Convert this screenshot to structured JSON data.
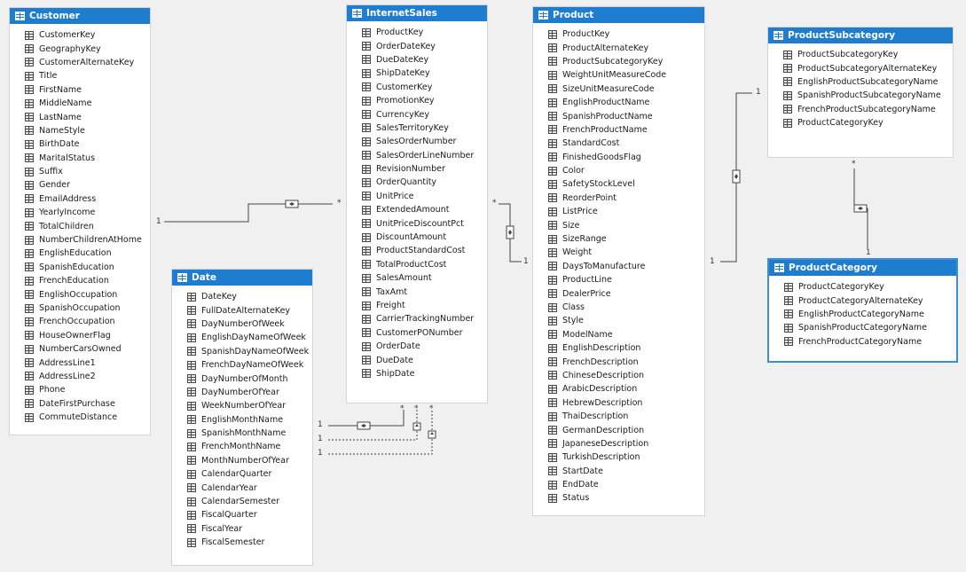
{
  "tables": {
    "customer": {
      "name": "Customer",
      "columns": [
        "CustomerKey",
        "GeographyKey",
        "CustomerAlternateKey",
        "Title",
        "FirstName",
        "MiddleName",
        "LastName",
        "NameStyle",
        "BirthDate",
        "MaritalStatus",
        "Suffix",
        "Gender",
        "EmailAddress",
        "YearlyIncome",
        "TotalChildren",
        "NumberChildrenAtHome",
        "EnglishEducation",
        "SpanishEducation",
        "FrenchEducation",
        "EnglishOccupation",
        "SpanishOccupation",
        "FrenchOccupation",
        "HouseOwnerFlag",
        "NumberCarsOwned",
        "AddressLine1",
        "AddressLine2",
        "Phone",
        "DateFirstPurchase",
        "CommuteDistance"
      ]
    },
    "internetsales": {
      "name": "InternetSales",
      "columns": [
        "ProductKey",
        "OrderDateKey",
        "DueDateKey",
        "ShipDateKey",
        "CustomerKey",
        "PromotionKey",
        "CurrencyKey",
        "SalesTerritoryKey",
        "SalesOrderNumber",
        "SalesOrderLineNumber",
        "RevisionNumber",
        "OrderQuantity",
        "UnitPrice",
        "ExtendedAmount",
        "UnitPriceDiscountPct",
        "DiscountAmount",
        "ProductStandardCost",
        "TotalProductCost",
        "SalesAmount",
        "TaxAmt",
        "Freight",
        "CarrierTrackingNumber",
        "CustomerPONumber",
        "OrderDate",
        "DueDate",
        "ShipDate"
      ]
    },
    "product": {
      "name": "Product",
      "columns": [
        "ProductKey",
        "ProductAlternateKey",
        "ProductSubcategoryKey",
        "WeightUnitMeasureCode",
        "SizeUnitMeasureCode",
        "EnglishProductName",
        "SpanishProductName",
        "FrenchProductName",
        "StandardCost",
        "FinishedGoodsFlag",
        "Color",
        "SafetyStockLevel",
        "ReorderPoint",
        "ListPrice",
        "Size",
        "SizeRange",
        "Weight",
        "DaysToManufacture",
        "ProductLine",
        "DealerPrice",
        "Class",
        "Style",
        "ModelName",
        "EnglishDescription",
        "FrenchDescription",
        "ChineseDescription",
        "ArabicDescription",
        "HebrewDescription",
        "ThaiDescription",
        "GermanDescription",
        "JapaneseDescription",
        "TurkishDescription",
        "StartDate",
        "EndDate",
        "Status"
      ]
    },
    "productsubcategory": {
      "name": "ProductSubcategory",
      "columns": [
        "ProductSubcategoryKey",
        "ProductSubcategoryAlternateKey",
        "EnglishProductSubcategoryName",
        "SpanishProductSubcategoryName",
        "FrenchProductSubcategoryName",
        "ProductCategoryKey"
      ]
    },
    "productcategory": {
      "name": "ProductCategory",
      "columns": [
        "ProductCategoryKey",
        "ProductCategoryAlternateKey",
        "EnglishProductCategoryName",
        "SpanishProductCategoryName",
        "FrenchProductCategoryName"
      ]
    },
    "date": {
      "name": "Date",
      "columns": [
        "DateKey",
        "FullDateAlternateKey",
        "DayNumberOfWeek",
        "EnglishDayNameOfWeek",
        "SpanishDayNameOfWeek",
        "FrenchDayNameOfWeek",
        "DayNumberOfMonth",
        "DayNumberOfYear",
        "WeekNumberOfYear",
        "EnglishMonthName",
        "SpanishMonthName",
        "FrenchMonthName",
        "MonthNumberOfYear",
        "CalendarQuarter",
        "CalendarYear",
        "CalendarSemester",
        "FiscalQuarter",
        "FiscalYear",
        "FiscalSemester"
      ]
    }
  },
  "relationships": {
    "customer_internetsales": {
      "one": "1",
      "many": "*"
    },
    "internetsales_product": {
      "one": "1",
      "many": "*"
    },
    "product_subcategory": {
      "one": "1",
      "many": "1"
    },
    "subcategory_category": {
      "one": "1",
      "many": "*"
    },
    "date_orderdate": {
      "one": "1",
      "many": "*"
    },
    "date_duedate": {
      "one": "1",
      "many": "*"
    },
    "date_shipdate": {
      "one": "1",
      "many": "*"
    }
  },
  "colors": {
    "header": "#1e7dcf",
    "selected_border": "#3c8fd6",
    "canvas": "#f0f0f0",
    "line": "#444444"
  },
  "icons": {
    "table": "table-icon",
    "column": "column-icon",
    "relationship": "relationship-marker-icon"
  }
}
